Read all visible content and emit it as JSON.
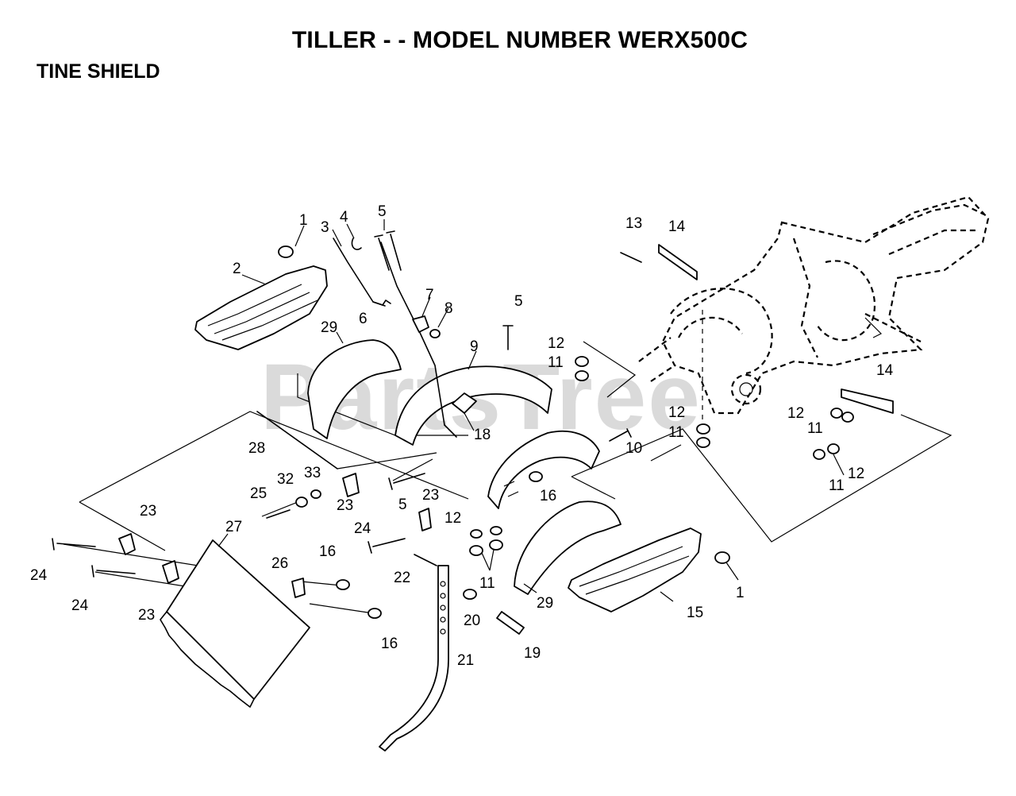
{
  "header": {
    "title": "TILLER - - MODEL NUMBER WERX500C",
    "section": "TINE SHIELD"
  },
  "watermark": "PartsTree",
  "callouts": {
    "c1a": "1",
    "c1b": "1",
    "c2": "2",
    "c3": "3",
    "c4": "4",
    "c5a": "5",
    "c5b": "5",
    "c5c": "5",
    "c6": "6",
    "c7": "7",
    "c8": "8",
    "c9": "9",
    "c10": "10",
    "c11a": "11",
    "c11b": "11",
    "c11c": "11",
    "c11d": "11",
    "c11e": "11",
    "c12a": "12",
    "c12b": "12",
    "c12c": "12",
    "c12d": "12",
    "c12e": "12",
    "c13": "13",
    "c14a": "14",
    "c14b": "14",
    "c15": "15",
    "c16a": "16",
    "c16b": "16",
    "c16c": "16",
    "c18": "18",
    "c19": "19",
    "c20": "20",
    "c21": "21",
    "c22": "22",
    "c23a": "23",
    "c23b": "23",
    "c23c": "23",
    "c23d": "23",
    "c24a": "24",
    "c24b": "24",
    "c24c": "24",
    "c25": "25",
    "c26": "26",
    "c27": "27",
    "c28": "28",
    "c29a": "29",
    "c29b": "29",
    "c32": "32",
    "c33": "33"
  }
}
